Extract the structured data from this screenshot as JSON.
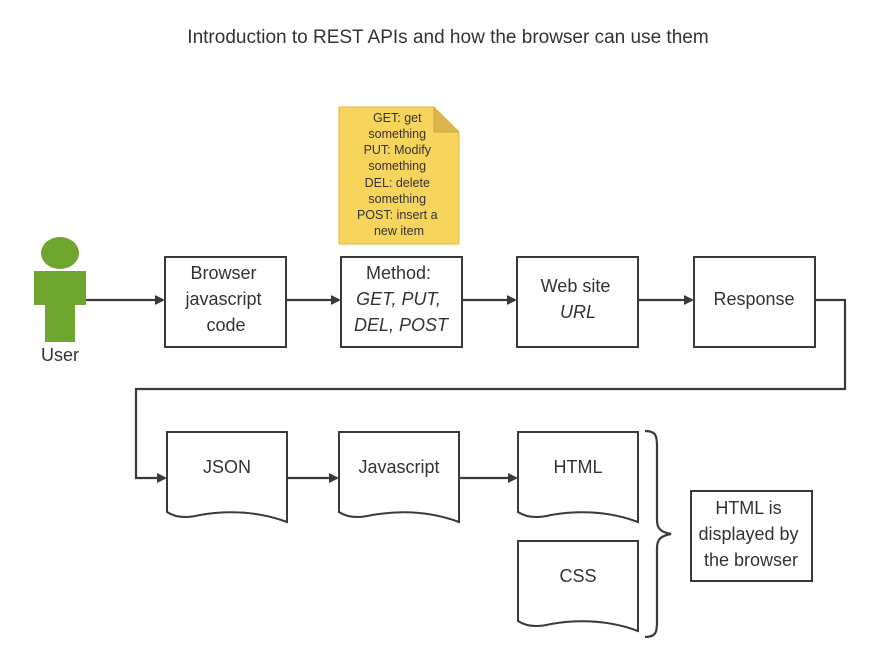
{
  "title": "Introduction to REST APIs and how the browser can use them",
  "actor": {
    "label": "User",
    "color": "#6ea52e"
  },
  "note": {
    "lines": [
      "GET: get",
      "something",
      "PUT: Modify",
      "something",
      "DEL: delete",
      "something",
      "POST: insert a",
      "new item"
    ],
    "color": "#f7d55d"
  },
  "boxes": {
    "browser": {
      "lines": [
        "Browser",
        "javascript",
        "code"
      ]
    },
    "method": {
      "line1": "Method:",
      "line2": "GET, PUT,",
      "line3": "DEL, POST"
    },
    "website": {
      "line1": "Web site",
      "line2": "URL"
    },
    "response": {
      "label": "Response"
    }
  },
  "documents": {
    "json": "JSON",
    "javascript": "Javascript",
    "html": "HTML",
    "css": "CSS"
  },
  "result": {
    "lines": [
      "HTML is",
      "displayed by",
      "the browser"
    ]
  }
}
